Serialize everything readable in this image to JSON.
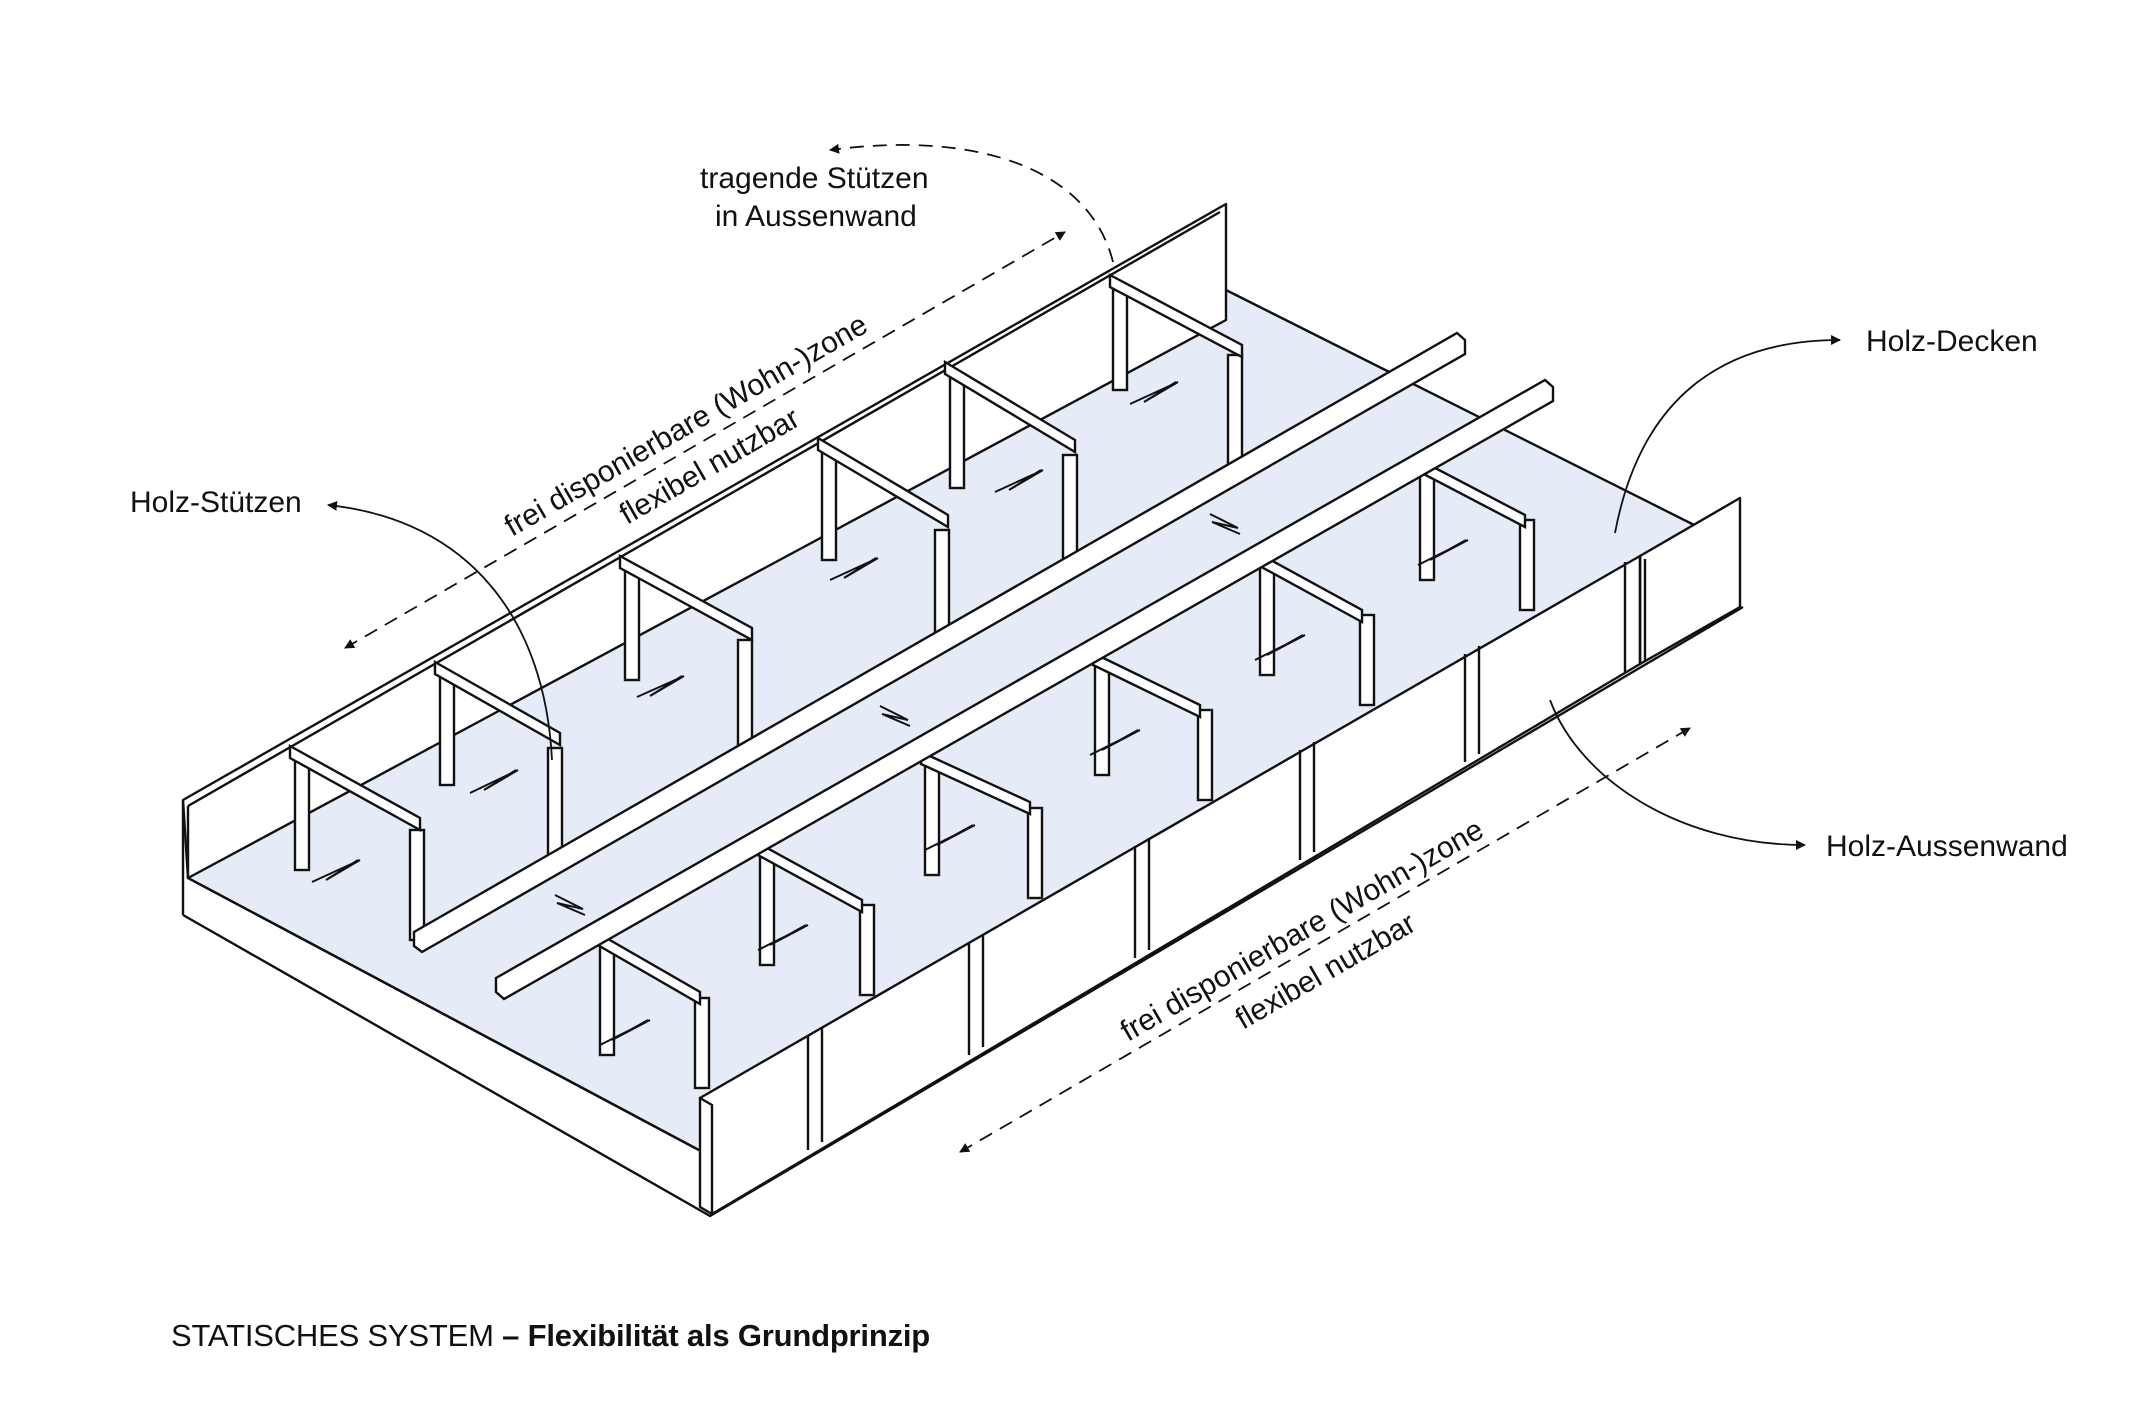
{
  "labels": {
    "tragende_line1": "tragende Stützen",
    "tragende_line2": "in Aussenwand",
    "holz_decken": "Holz-Decken",
    "holz_stuetzen": "Holz-Stützen",
    "holz_aussenwand": "Holz-Aussenwand",
    "zone_top_line1": "frei disponierbare (Wohn-)zone",
    "zone_top_line2": "flexibel nutzbar",
    "zone_bottom_line1": "frei disponierbare (Wohn-)zone",
    "zone_bottom_line2": "flexibel nutzbar"
  },
  "caption": {
    "regular": "STATISCHES SYSTEM",
    "bold": "– Flexibilität als Grundprinzip"
  },
  "colors": {
    "line": "#111111",
    "floor": "#e6ebf8",
    "wall": "#ffffff"
  }
}
